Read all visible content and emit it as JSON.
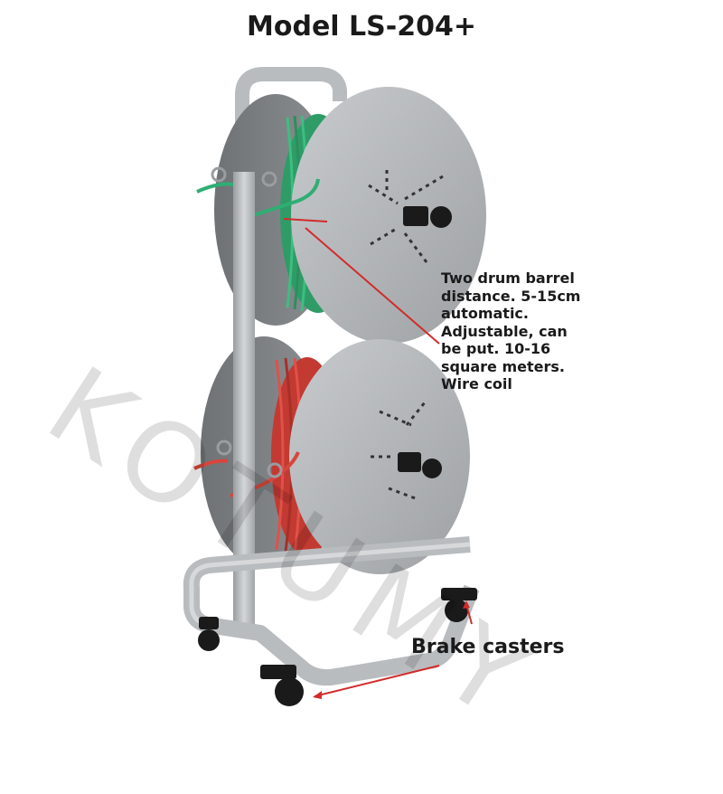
{
  "title": "Model LS-204+",
  "description_lines": [
    "Two drum barrel",
    "distance. 5-15cm",
    "automatic.",
    "Adjustable, can",
    "be put. 10-16",
    "square meters.",
    "Wire coil"
  ],
  "caster_label": "Brake casters",
  "watermark": "KOTUMY",
  "colors": {
    "frame": "#b9bcbf",
    "reel": "#aeb1b4",
    "green_wire": "#2fae74",
    "red_wire": "#d8453c",
    "annotation_line": "#d22b2b"
  }
}
